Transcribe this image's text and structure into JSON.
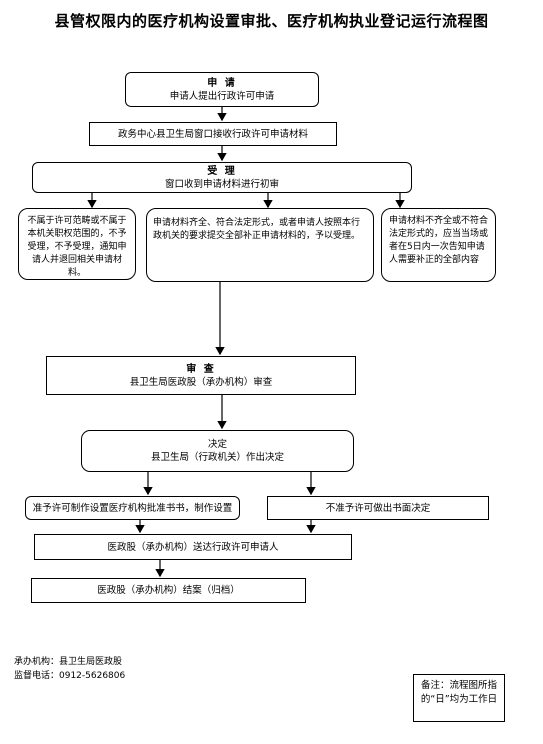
{
  "title": "县管权限内的医疗机构设置审批、医疗机构执业登记运行流程图",
  "steps": {
    "apply": {
      "heading": "申 请",
      "text": "申请人提出行政许可申请"
    },
    "receive": {
      "text": "政务中心县卫生局窗口接收行政许可申请材料"
    },
    "accept": {
      "heading": "受 理",
      "text": "窗口收到申请材料进行初审"
    },
    "branch_left": "不属于许可范畴或不属于本机关职权范围的，不予受理，不予受理，通知申请人并退回相关申请材料。",
    "branch_middle": "申请材料齐全、符合法定形式，或者申请人按照本行政机关的要求提交全部补正申请材料的，予以受理。",
    "branch_right": "申请材料不齐全或不符合法定形式的，应当当场或者在5日内一次告知申请人需要补正的全部内容",
    "review": {
      "heading": "审 查",
      "text": "县卫生局医政股（承办机构）审查"
    },
    "decision": {
      "heading": "决定",
      "text": "县卫生局（行政机关）作出决定"
    },
    "approve": "准予许可制作设置医疗机构批准书书，制作设置",
    "reject": "不准予许可做出书面决定",
    "deliver": "医政股（承办机构）送达行政许可申请人",
    "archive": "医政股（承办机构）结案（归档）"
  },
  "footer": {
    "agency": "承办机构：县卫生局医政股",
    "phone": "监督电话：0912-5626806"
  },
  "note": "备注：流程图所指的“日”均为工作日"
}
